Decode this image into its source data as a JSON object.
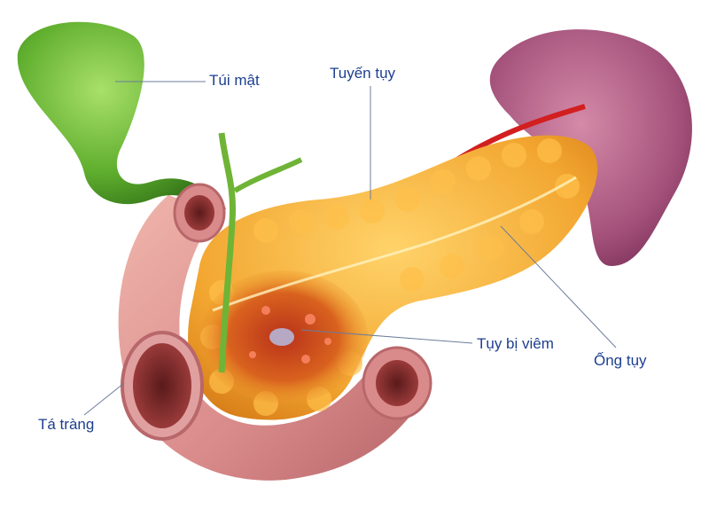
{
  "diagram": {
    "subject": "Pancreatitis anatomy illustration",
    "labels": {
      "gallbladder": "Túi mật",
      "pancreas": "Tuyến tụy",
      "inflamed_pancreas": "Tụy bị viêm",
      "pancreatic_duct": "Ống tụy",
      "duodenum": "Tá tràng"
    },
    "colors": {
      "label_text": "#1d3f8f",
      "leader_line": "#6b7c99",
      "gallbladder": "#5fae2e",
      "pancreas": "#f2a630",
      "inflamed": "#c8421e",
      "duodenum": "#d98a8a",
      "spleen": "#a3517a",
      "artery": "#d21f1f"
    }
  }
}
